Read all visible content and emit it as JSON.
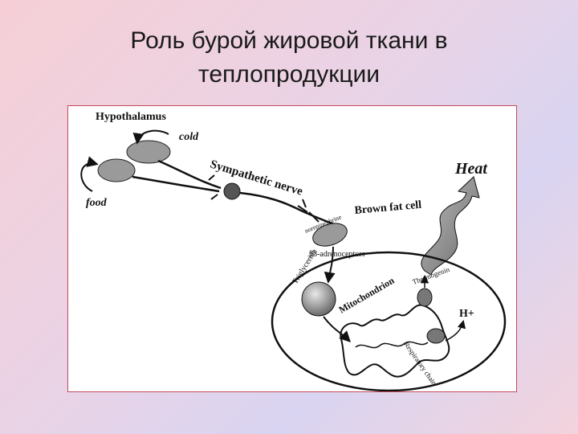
{
  "title": {
    "line1": "Роль бурой жировой ткани в",
    "line2": "теплопродукции"
  },
  "diagram": {
    "hypothalamus": "Hypothalamus",
    "cold": "cold",
    "food": "food",
    "sympathetic_nerve": "Sympathetic nerve",
    "heat": "Heat",
    "brown_fat_cell": "Brown fat cell",
    "norepinephrine": "norepinephrine",
    "beta3_receptors": "β3-adrenoceptors",
    "triglyceride": "Triglyceride",
    "mitochondrion": "Mitochondrion",
    "thermogenin": "Thermogenin",
    "h_plus": "H+",
    "respiratory_chain": "Respiratory chain"
  },
  "colors": {
    "border": "#c4485e",
    "ink": "#111111",
    "blob_fill": "#9a9a9a"
  }
}
